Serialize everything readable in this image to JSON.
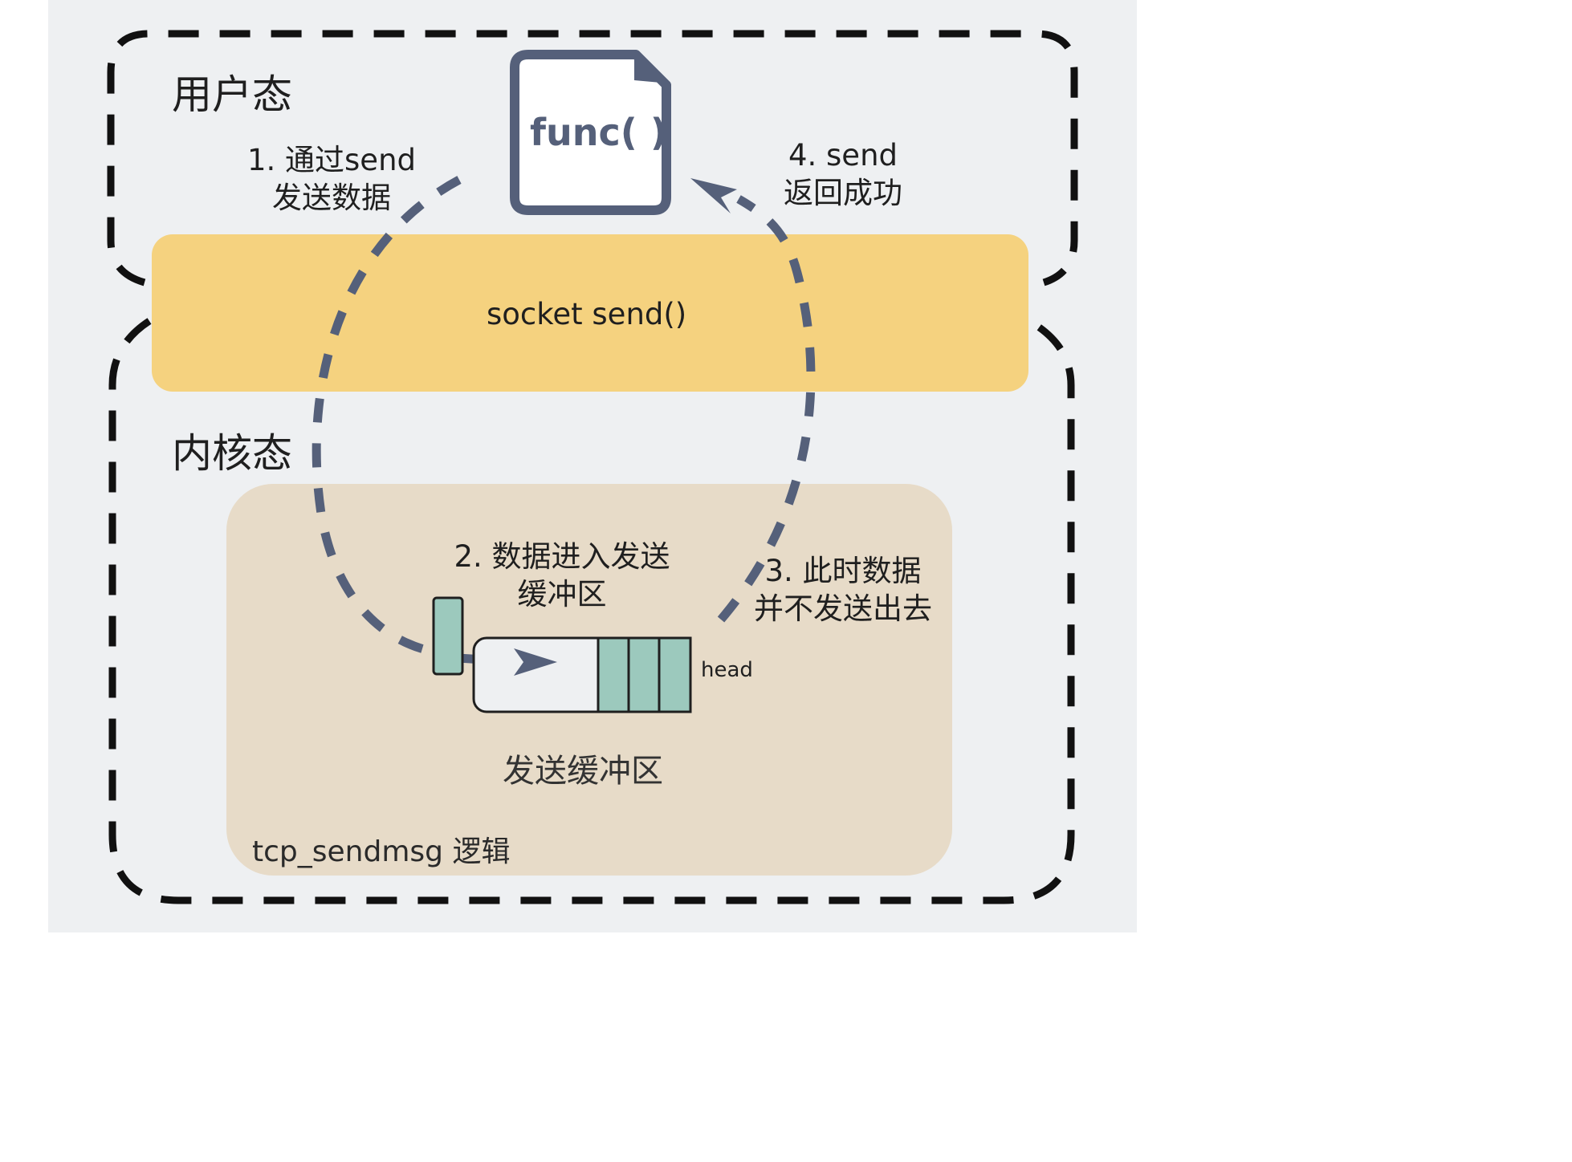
{
  "regions": {
    "user_mode": "用户态",
    "kernel_mode": "内核态"
  },
  "func_doc": {
    "label": "func( )"
  },
  "socket": {
    "label": "socket  send()"
  },
  "steps": {
    "step1": {
      "line1": "1. 通过send",
      "line2": "发送数据"
    },
    "step2": {
      "line1": "2. 数据进入发送",
      "line2": "缓冲区"
    },
    "step3": {
      "line1": "3. 此时数据",
      "line2": "并不发送出去"
    },
    "step4": {
      "line1": "4. send",
      "line2": "返回成功"
    }
  },
  "buffer": {
    "caption": "发送缓冲区",
    "head_label": "head"
  },
  "kernel_logic": {
    "label": "tcp_sendmsg 逻辑"
  },
  "colors": {
    "panel_background": "#eef0f2",
    "socket_bar": "#f5d27f",
    "kernel_box": "#e7dbc8",
    "flow_arrow": "#55607a",
    "buffer_slot": "#9cc9bd",
    "dashed_border": "#111111"
  },
  "icons": {
    "document": "document-icon",
    "flow_arrows": "dashed-arrow"
  }
}
